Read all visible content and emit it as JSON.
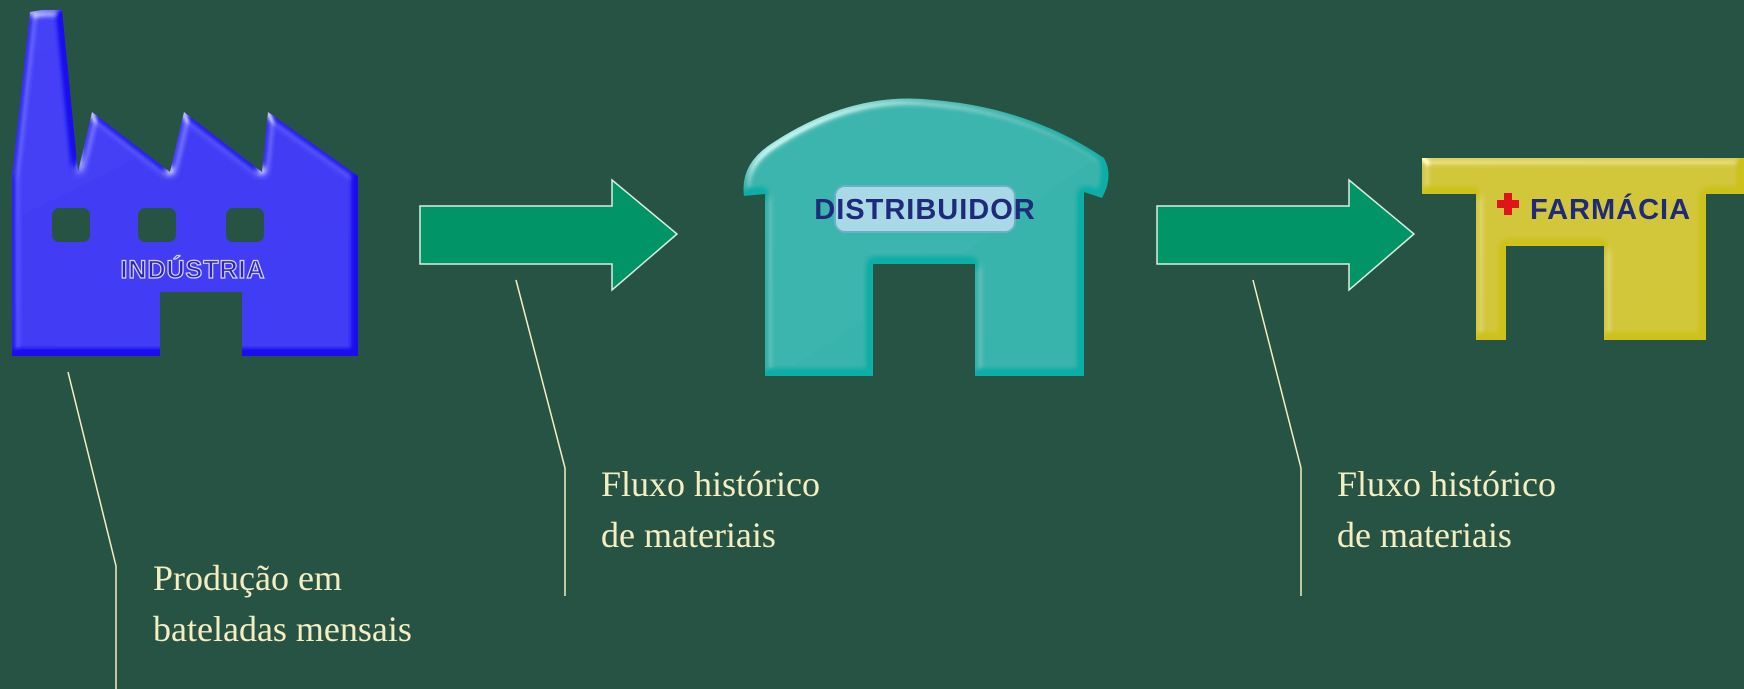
{
  "nodes": {
    "industria": {
      "label": "INDÚSTRIA",
      "color": "#1a0ff0"
    },
    "distribuidor": {
      "label": "DISTRIBUIDOR",
      "color": "#0eaea6"
    },
    "farmacia": {
      "label": "FARMÁCIA",
      "color": "#cdc21c",
      "cross_color": "#e0141b"
    }
  },
  "arrows": {
    "color": "#009467"
  },
  "callouts": {
    "producao": {
      "line1": "Produção em",
      "line2": "bateladas mensais"
    },
    "fluxo1": {
      "line1": "Fluxo histórico",
      "line2": "de materiais"
    },
    "fluxo2": {
      "line1": "Fluxo histórico",
      "line2": "de materiais"
    }
  },
  "colors": {
    "background": "#275345",
    "callout_text": "#f4eec0",
    "callout_line": "#f4eec0"
  }
}
